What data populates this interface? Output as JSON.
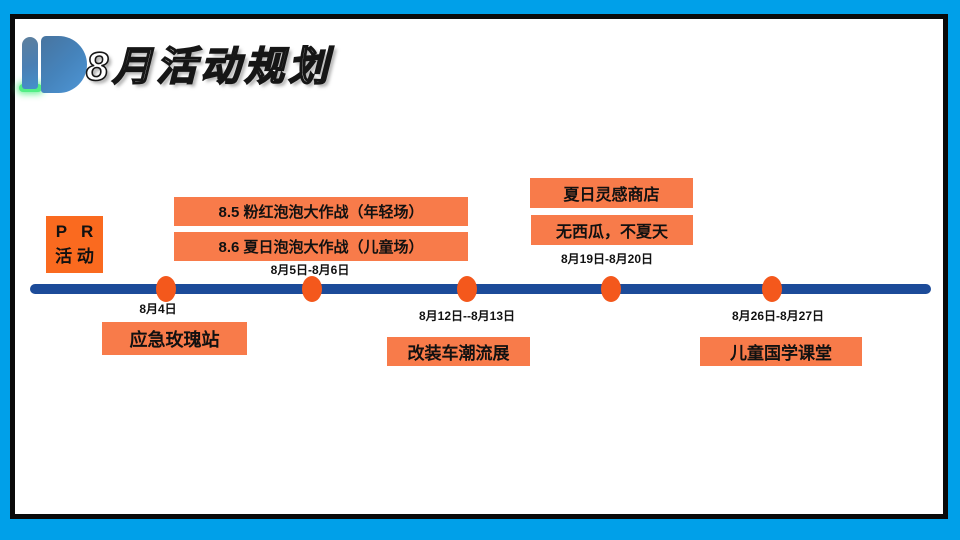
{
  "slide": {
    "title": "8月活动规划",
    "logo": {
      "icon": "id-logo",
      "accent": "green-underline"
    },
    "colors": {
      "frame_cyan": "#00a0e9",
      "frame_black": "#0a0a0a",
      "timeline_blue": "#1c4b99",
      "dot_orange": "#f4581c",
      "event_box_orange": "#f87b4a",
      "pr_box_orange": "#fa6a1f",
      "logo_green": "#52ee85"
    }
  },
  "pr_label": {
    "line1": "P   R",
    "line2": "活 动"
  },
  "timeline": {
    "milestones": [
      {
        "date": "8月4日",
        "date_position": "below",
        "events": [
          "应急玫瑰站"
        ]
      },
      {
        "date": "8月5日-8月6日",
        "date_position": "above",
        "events": [
          "8.5 粉红泡泡大作战（年轻场）",
          "8.6 夏日泡泡大作战（儿童场）"
        ]
      },
      {
        "date": "8月12日--8月13日",
        "date_position": "below",
        "events": [
          "改装车潮流展"
        ]
      },
      {
        "date": "8月19日-8月20日",
        "date_position": "above",
        "events": [
          "夏日灵感商店",
          "无西瓜，不夏天"
        ]
      },
      {
        "date": "8月26日-8月27日",
        "date_position": "below",
        "events": [
          "儿童国学课堂"
        ]
      }
    ]
  }
}
